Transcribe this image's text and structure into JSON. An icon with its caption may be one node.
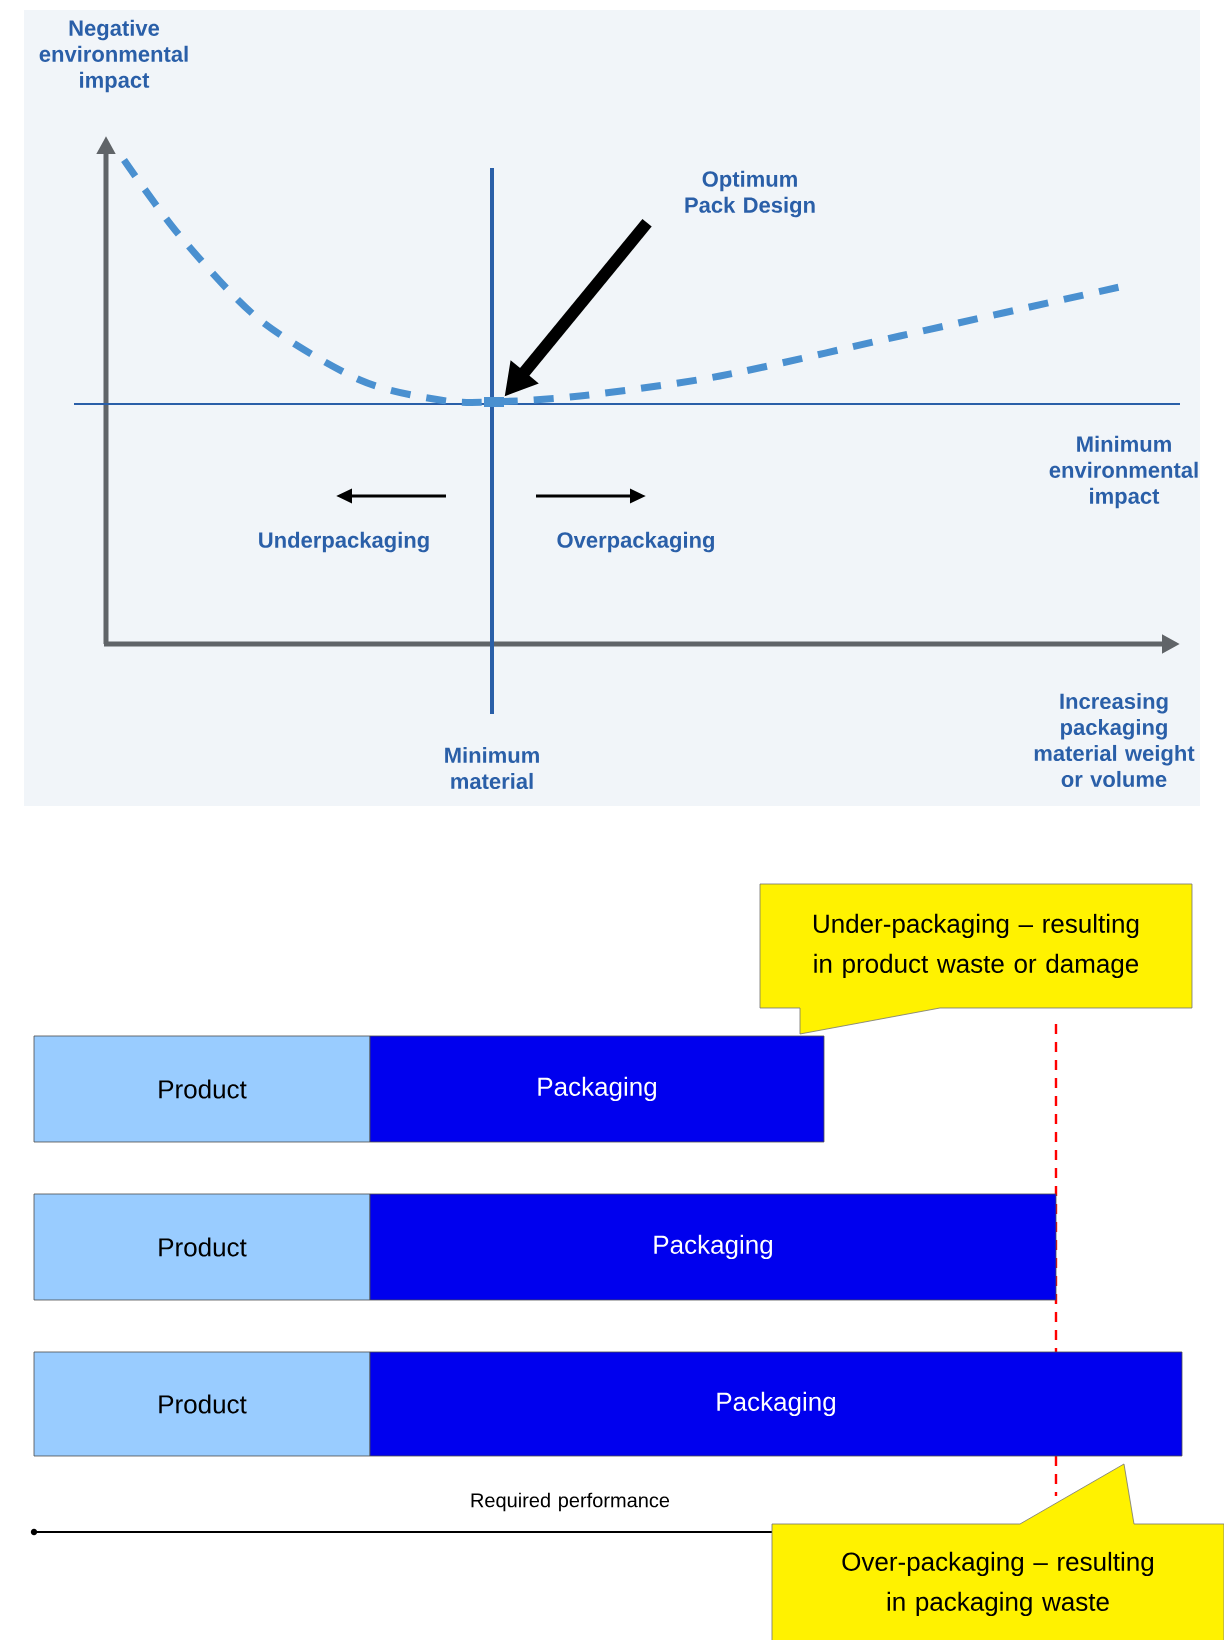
{
  "diagram": {
    "nodes": [
      {
        "text": [
          "Optimum Pack Design"
        ]
      },
      {
        "text": [],
        "shape": "box"
      },
      {
        "text": [
          "Under-packaging – resulting in product waste or damage"
        ]
      },
      {
        "text": [
          "Product"
        ]
      },
      {
        "text": [
          "Packaging"
        ]
      },
      {
        "text": [
          "Product"
        ]
      },
      {
        "text": [
          "Packaging"
        ]
      },
      {
        "text": [
          "Product"
        ]
      },
      {
        "text": [
          "Packaging"
        ]
      },
      {
        "text": [
          "Over-packaging – resulting in packaging waste"
        ]
      }
    ],
    "edges": [
      {
        "from": 0,
        "to": 1,
        "arrow": "to"
      }
    ],
    "labels": [
      "Negative environmental impact",
      "Minimum environmental impact",
      "Underpackaging",
      "Overpackaging",
      "Minimum material",
      "Increasing packaging material weight or volume",
      "Required performance"
    ]
  }
}
